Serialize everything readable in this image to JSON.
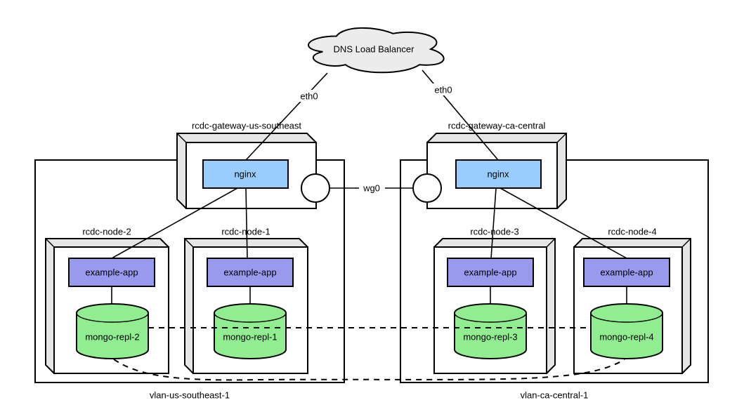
{
  "diagram": {
    "cloud_label": "DNS Load Balancer",
    "edge_labels": {
      "eth0_left": "eth0",
      "eth0_right": "eth0",
      "wg0": "wg0"
    },
    "gateways": [
      {
        "label": "rcdc-gateway-us-southeast",
        "service_label": "nginx"
      },
      {
        "label": "rcdc-gateway-ca-central",
        "service_label": "nginx"
      }
    ],
    "nodes": [
      {
        "label": "rcdc-node-2",
        "app_label": "example-app",
        "db_label": "mongo-repl-2"
      },
      {
        "label": "rcdc-node-1",
        "app_label": "example-app",
        "db_label": "mongo-repl-1"
      },
      {
        "label": "rcdc-node-3",
        "app_label": "example-app",
        "db_label": "mongo-repl-3"
      },
      {
        "label": "rcdc-node-4",
        "app_label": "example-app",
        "db_label": "mongo-repl-4"
      }
    ],
    "vlans": [
      {
        "label": "vlan-us-southeast-1"
      },
      {
        "label": "vlan-ca-central-1"
      }
    ],
    "colors": {
      "service_fill": "#99ccff",
      "app_fill": "#9999ee",
      "db_fill": "#90ee90",
      "face_fill": "#ffffff",
      "depth_fill": "#e6e6e6",
      "cloud_fill": "#ececec",
      "stroke": "#000000",
      "background": "#ffffff"
    }
  }
}
